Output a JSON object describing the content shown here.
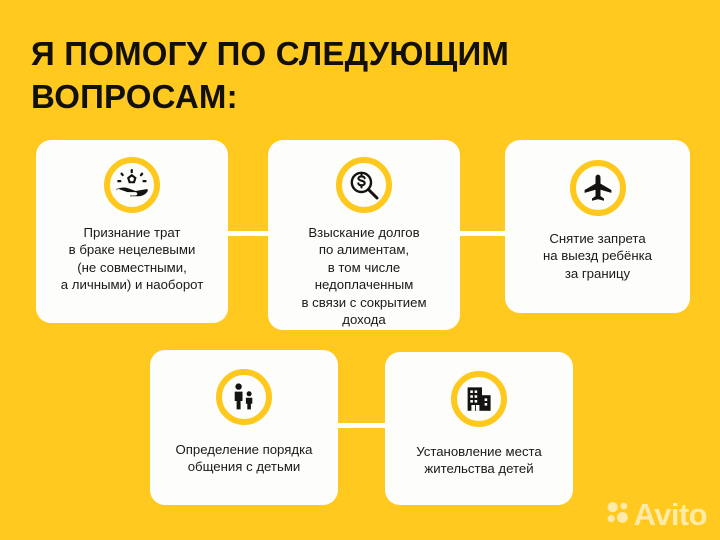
{
  "theme": {
    "background": "#FFC91F",
    "card_background": "#FDFDFB",
    "accent": "#FFC81C",
    "text": "#1A1A1A",
    "title_color": "#12100B"
  },
  "title": "Я помогу по следующим\nвопросам:",
  "cards": [
    {
      "id": "card-0",
      "icon": "hand-holding-gem-icon",
      "text": "Признание трат\nв браке нецелевыми\n(не совместными,\nа личными) и наоборот"
    },
    {
      "id": "card-1",
      "icon": "dollar-magnifier-icon",
      "text": "Взыскание долгов\nпо алиментам,\nв том числе\nнедоплаченным\nв связи с сокрытием\nдохода"
    },
    {
      "id": "card-2",
      "icon": "airplane-icon",
      "text": "Снятие запрета\nна выезд ребёнка\nза границу"
    },
    {
      "id": "card-3",
      "icon": "parent-child-icon",
      "text": "Определение порядка\nобщения с детьми"
    },
    {
      "id": "card-4",
      "icon": "building-icon",
      "text": "Установление места\nжительства детей"
    }
  ],
  "watermark": {
    "label": "Avito",
    "logo_icon": "avito-dots-icon"
  }
}
